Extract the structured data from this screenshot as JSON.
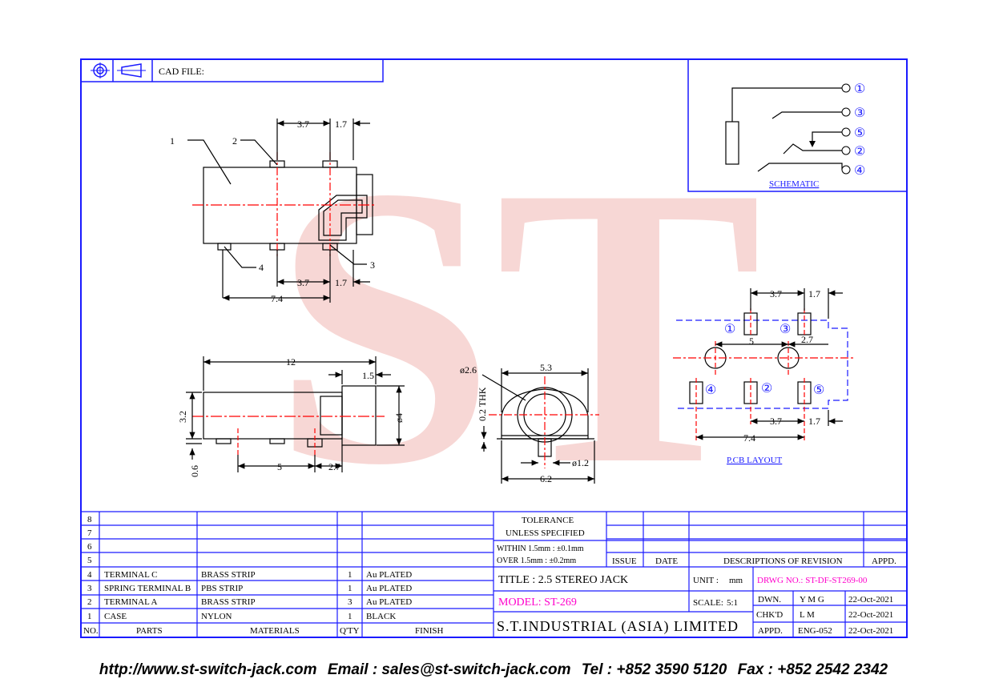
{
  "header": {
    "cad_file_label": "CAD FILE:"
  },
  "watermark": {
    "text": "ST"
  },
  "schematic": {
    "pins": [
      "①",
      "③",
      "⑤",
      "②",
      "④"
    ],
    "label": "SCHEMATIC"
  },
  "top_view": {
    "callouts": [
      "1",
      "2",
      "3",
      "4"
    ],
    "dims_top": [
      "3.7",
      "1.7"
    ],
    "dims_bottom": [
      "3.7",
      "1.7"
    ],
    "dim_overall": "7.4"
  },
  "side_view": {
    "dim_length": "12",
    "dim_tab": "1.5",
    "dim_height": "3.2",
    "dim_dia": "ø4",
    "dim_foot": "0.6",
    "dim_pitch_a": "5",
    "dim_pitch_b": "2.7"
  },
  "front_view": {
    "dim_hole": "ø2.6",
    "dim_top": "5.3",
    "dim_thk": "0.2 THK",
    "dim_pin": "ø1.2",
    "dim_width": "6.2"
  },
  "pcb_layout": {
    "dims_top": [
      "3.7",
      "1.7"
    ],
    "dim_5": "5",
    "dim_27": "2.7",
    "dims_bottom": [
      "3.7",
      "1.7"
    ],
    "dim_overall": "7.4",
    "pads": [
      "①",
      "③",
      "④",
      "②",
      "⑤"
    ],
    "label": "P.CB LAYOUT"
  },
  "bom": {
    "rows": [
      {
        "no": "8",
        "part": "",
        "material": "",
        "qty": "",
        "finish": ""
      },
      {
        "no": "7",
        "part": "",
        "material": "",
        "qty": "",
        "finish": ""
      },
      {
        "no": "6",
        "part": "",
        "material": "",
        "qty": "",
        "finish": ""
      },
      {
        "no": "5",
        "part": "",
        "material": "",
        "qty": "",
        "finish": ""
      },
      {
        "no": "4",
        "part": "TERMINAL C",
        "material": "BRASS STRIP",
        "qty": "1",
        "finish": "Au PLATED"
      },
      {
        "no": "3",
        "part": "SPRING TERMINAL B",
        "material": "PBS STRIP",
        "qty": "1",
        "finish": "Au PLATED"
      },
      {
        "no": "2",
        "part": "TERMINAL A",
        "material": "BRASS STRIP",
        "qty": "3",
        "finish": "Au PLATED"
      },
      {
        "no": "1",
        "part": "CASE",
        "material": "NYLON",
        "qty": "1",
        "finish": "BLACK"
      }
    ],
    "headers": {
      "no": "NO.",
      "part": "PARTS",
      "material": "MATERIALS",
      "qty": "Q'TY",
      "finish": "FINISH"
    }
  },
  "tolerance": {
    "line1": "TOLERANCE",
    "line2": "UNLESS   SPECIFIED",
    "within": "WITHIN  1.5mm : ±0.1mm",
    "over": "OVER    1.5mm : ±0.2mm"
  },
  "revision": {
    "issue": "ISSUE",
    "date": "DATE",
    "desc": "DESCRIPTIONS OF REVISION",
    "appd": "APPD."
  },
  "title_block": {
    "title": "TITLE : 2.5 STEREO JACK",
    "unit_label": "UNIT :",
    "unit_value": "mm",
    "drwg_no": "DRWG NO.: ST-DF-ST269-00",
    "model": "MODEL: ST-269",
    "scale_label": "SCALE:",
    "scale_value": "5:1",
    "company": "S.T.INDUSTRIAL (ASIA) LIMITED",
    "dwn_label": "DWN.",
    "dwn_name": "Y M G",
    "dwn_date": "22-Oct-2021",
    "chkd_label": "CHK'D",
    "chkd_name": "L M",
    "chkd_date": "22-Oct-2021",
    "appd_label": "APPD.",
    "appd_name": "ENG-052",
    "appd_date": "22-Oct-2021"
  },
  "footer": {
    "url": "http://www.st-switch-jack.com",
    "email": "Email : sales@st-switch-jack.com",
    "tel": "Tel : +852 3590 5120",
    "fax": "Fax : +852 2542 2342"
  },
  "colors": {
    "frame": "#1a1aff",
    "centerline": "#ff0000",
    "accent": "#ff00cc",
    "watermark": "#f2b8b4"
  }
}
